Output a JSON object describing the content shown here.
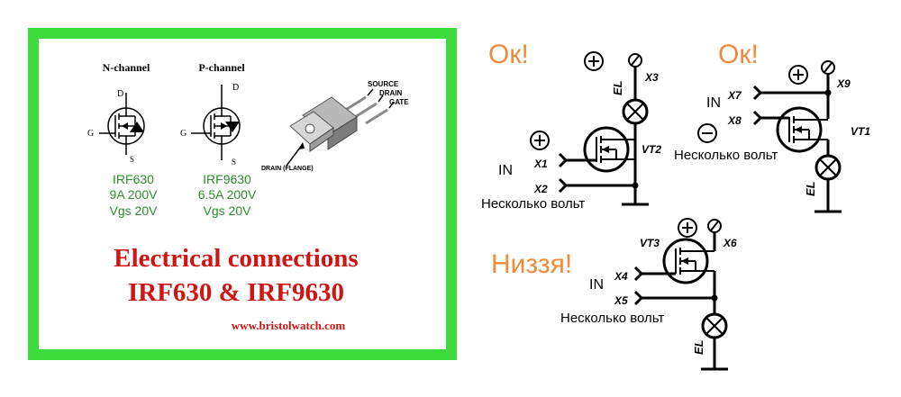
{
  "datasheet": {
    "n_channel_label": "N-channel",
    "p_channel_label": "P-channel",
    "pin_d": "D",
    "pin_g": "G",
    "pin_s": "S",
    "irf630": {
      "name": "IRF630",
      "rating": "9A 200V",
      "vgs": "Vgs  20V"
    },
    "irf9630": {
      "name": "IRF9630",
      "rating": "6.5A 200V",
      "vgs": "Vgs  20V"
    },
    "package_source": "SOURCE",
    "package_drain": "DRAIN",
    "package_gate": "GATE",
    "package_flange": "DRAIN (FLANGE)",
    "title_line1": "Electrical connections",
    "title_line2": "IRF630 & IRF9630",
    "website": "www.bristolwatch.com",
    "border_color": "#3ddc3d",
    "title_color": "#d01414",
    "part_text_color": "#2e8b2e"
  },
  "circuits": {
    "status_color": "#f08a3c",
    "circuit1": {
      "status": "Ок!",
      "plus": "+",
      "in_label": "IN",
      "x1": "X1",
      "x2": "X2",
      "x3": "X3",
      "transistor": "VT2",
      "lamp": "EL",
      "volts": "Несколько вольт"
    },
    "circuit2": {
      "status": "Ок!",
      "plus": "+",
      "minus": "−",
      "in_label": "IN",
      "x7": "X7",
      "x8": "X8",
      "x9": "X9",
      "transistor": "VT1",
      "lamp": "EL",
      "volts": "Несколько вольт"
    },
    "circuit3": {
      "status": "Низзя!",
      "plus": "+",
      "in_label": "IN",
      "x4": "X4",
      "x5": "X5",
      "x6": "X6",
      "transistor": "VT3",
      "lamp": "EL",
      "volts": "Несколько вольт"
    }
  }
}
